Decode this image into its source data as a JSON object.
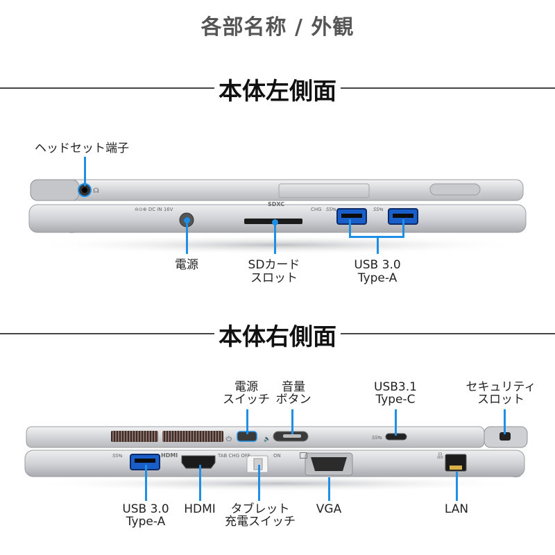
{
  "page": {
    "title": "各部名称 / 外観"
  },
  "left_side": {
    "heading": "本体左側面",
    "labels": {
      "headset": "ヘッドセット端子",
      "power": "電源",
      "sd_line1": "SDカード",
      "sd_line2": "スロット",
      "usb_line1": "USB 3.0",
      "usb_line2": "Type-A"
    },
    "engravings": {
      "dc_in": "⊖⊙⊕ DC IN 16V",
      "chg": "CHG",
      "ss1": "SS⇆",
      "ss2": "SS⇆",
      "sdxc": "SDXC"
    }
  },
  "right_side": {
    "heading": "本体右側面",
    "labels": {
      "power_switch_line1": "電源",
      "power_switch_line2": "スイッチ",
      "volume_line1": "音量",
      "volume_line2": "ボタン",
      "usbc_line1": "USB3.1",
      "usbc_line2": "Type-C",
      "security_line1": "セキュリティ",
      "security_line2": "スロット",
      "usb_line1": "USB 3.0",
      "usb_line2": "Type-A",
      "hdmi": "HDMI",
      "tablet_line1": "タブレット",
      "tablet_line2": "充電スイッチ",
      "vga": "VGA",
      "lan": "LAN"
    },
    "engravings": {
      "ss_usb": "SS⇆",
      "hdmi_logo": "HDMI",
      "tab_chg": "TAB CHG OFF",
      "on": "ON",
      "ss_usbc": "SS⇆"
    }
  },
  "colors": {
    "accent": "#1f8fe6",
    "chassis": "#d9dadd",
    "chassis_dark": "#a9abb0"
  }
}
